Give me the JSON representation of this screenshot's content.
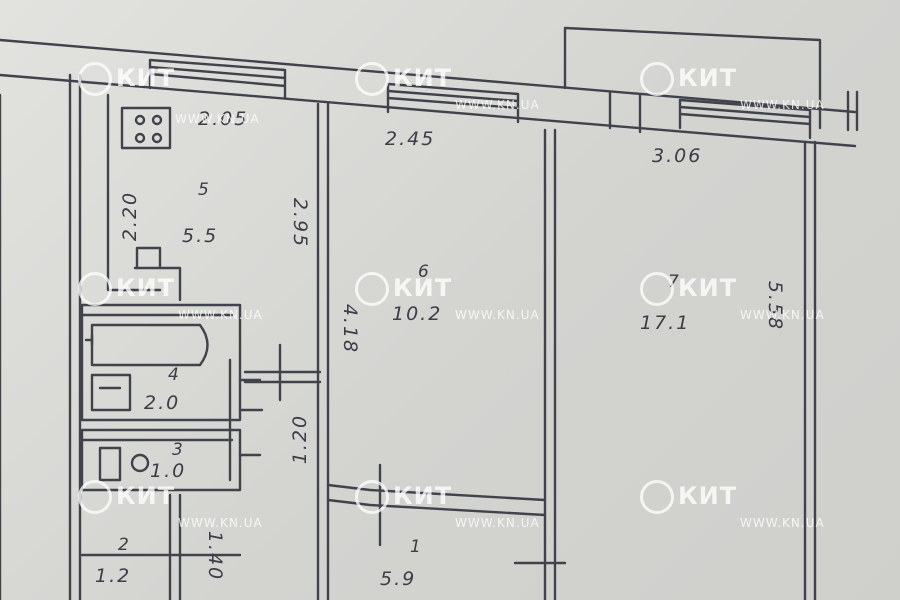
{
  "watermark": {
    "brand": "КИТ",
    "site": "WWW.KN.UA"
  },
  "dimensions": {
    "kitchen_width": "2.05",
    "room6_width": "2.45",
    "room7_width": "3.06",
    "kitchen_depth": "2.20",
    "kitchen_side": "2.95",
    "room6_depth": "4.18",
    "room7_depth": "5.58",
    "corridor_side": "1.20",
    "hall_side": "1.40"
  },
  "rooms": [
    {
      "number": "5",
      "area": "5.5"
    },
    {
      "number": "6",
      "area": "10.2"
    },
    {
      "number": "7",
      "area": "17.1"
    },
    {
      "number": "4",
      "area": "2.0"
    },
    {
      "number": "3",
      "area": "1.0"
    },
    {
      "number": "2",
      "area": "1.2"
    },
    {
      "number": "1",
      "area": "5.9"
    }
  ]
}
